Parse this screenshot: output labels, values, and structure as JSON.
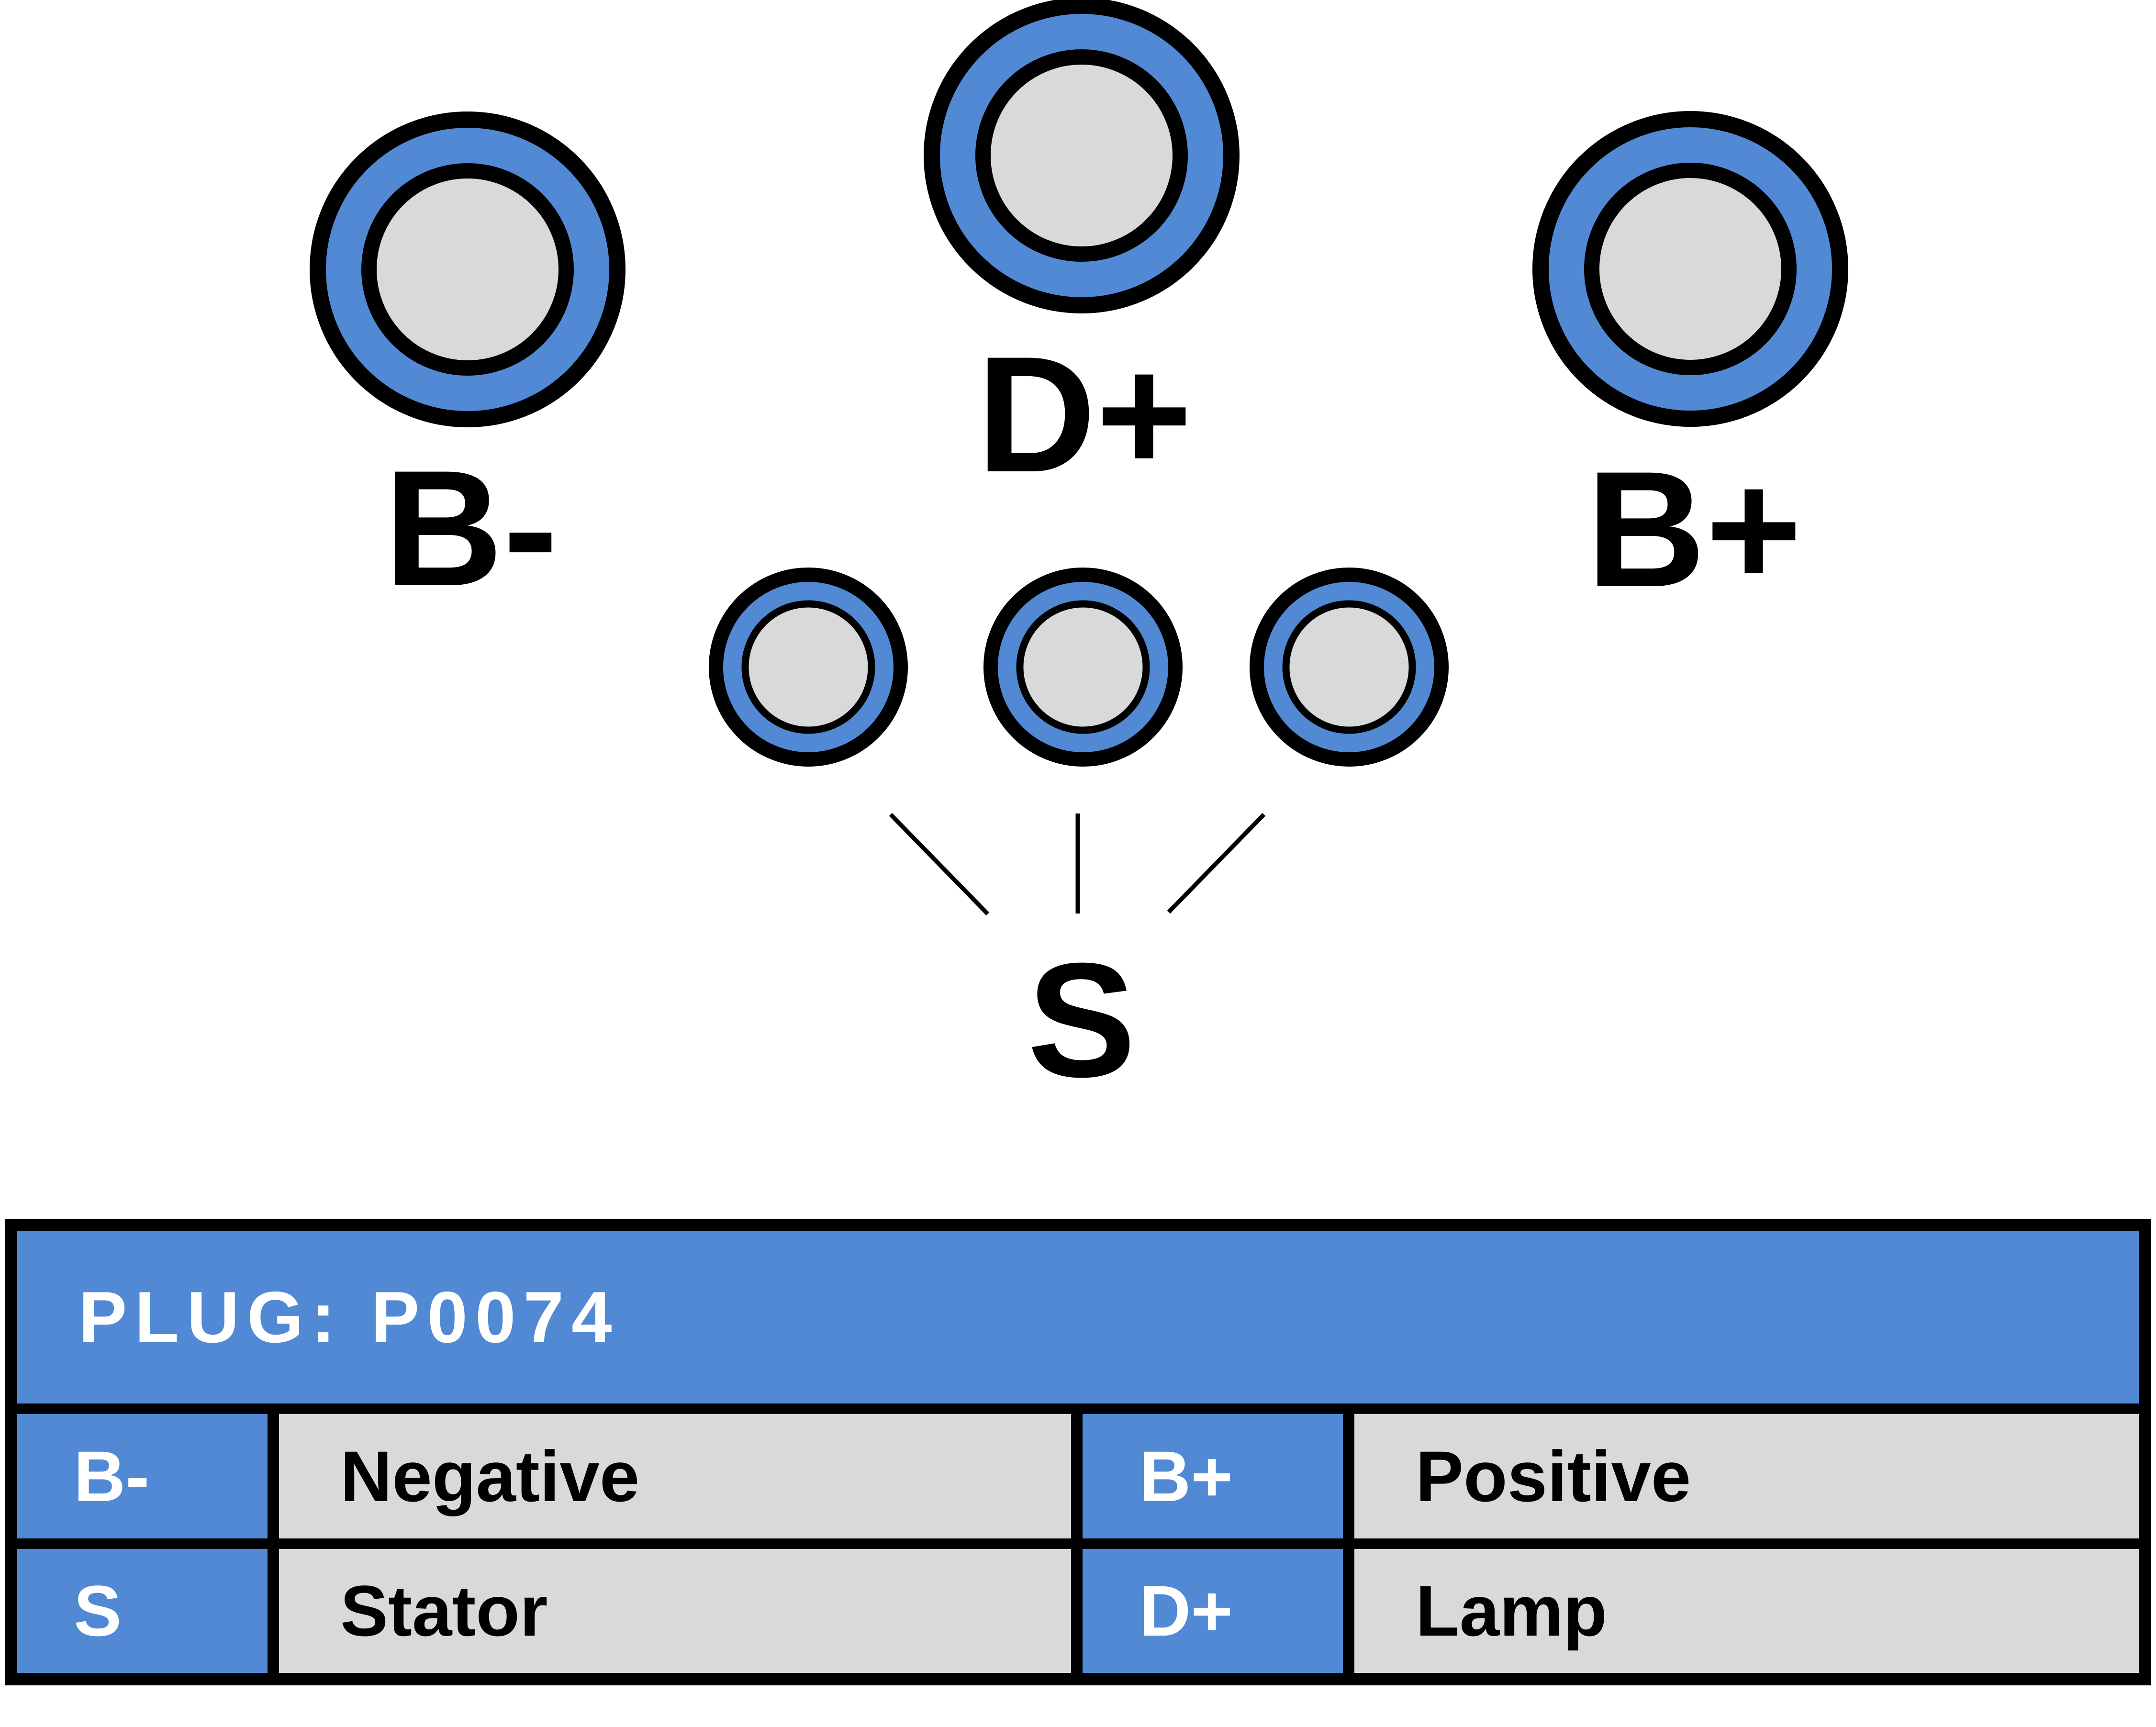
{
  "diagram": {
    "large_terminals": [
      {
        "label": "B-",
        "name": "battery-negative-terminal"
      },
      {
        "label": "D+",
        "name": "lamp-terminal"
      },
      {
        "label": "B+",
        "name": "battery-positive-terminal"
      }
    ],
    "small_terminal_group": {
      "label": "S",
      "name": "stator-terminals",
      "count": 3
    }
  },
  "table": {
    "title": "PLUG: P0074",
    "rows": [
      {
        "left_key": "B-",
        "left_value": "Negative",
        "right_key": "B+",
        "right_value": "Positive"
      },
      {
        "left_key": "S",
        "left_value": "Stator",
        "right_key": "D+",
        "right_value": "Lamp"
      }
    ]
  },
  "colors": {
    "accent_blue": "#5289d4",
    "cell_gray": "#d9d9d9",
    "outline_black": "#000000",
    "text_white": "#ffffff"
  }
}
